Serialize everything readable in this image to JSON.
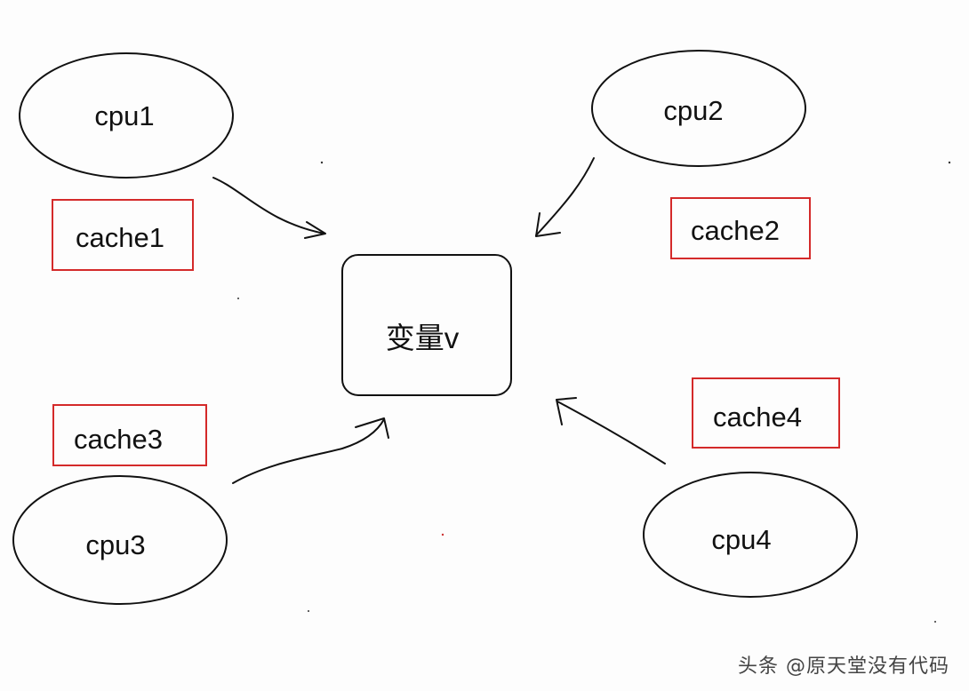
{
  "diagram": {
    "center": {
      "label": "变量v"
    },
    "cpus": [
      {
        "id": "cpu1",
        "label": "cpu1"
      },
      {
        "id": "cpu2",
        "label": "cpu2"
      },
      {
        "id": "cpu3",
        "label": "cpu3"
      },
      {
        "id": "cpu4",
        "label": "cpu4"
      }
    ],
    "caches": [
      {
        "id": "cache1",
        "label": "cache1"
      },
      {
        "id": "cache2",
        "label": "cache2"
      },
      {
        "id": "cache3",
        "label": "cache3"
      },
      {
        "id": "cache4",
        "label": "cache4"
      }
    ],
    "edges": [
      {
        "from": "cpu1",
        "to": "center"
      },
      {
        "from": "cpu2",
        "to": "center"
      },
      {
        "from": "cpu3",
        "to": "center"
      },
      {
        "from": "cpu4",
        "to": "center"
      }
    ]
  },
  "watermark": {
    "text": "头条 @原天堂没有代码"
  },
  "colors": {
    "stroke": "#111111",
    "cache_border": "#d42a2a",
    "background": "#fdfdfd"
  }
}
